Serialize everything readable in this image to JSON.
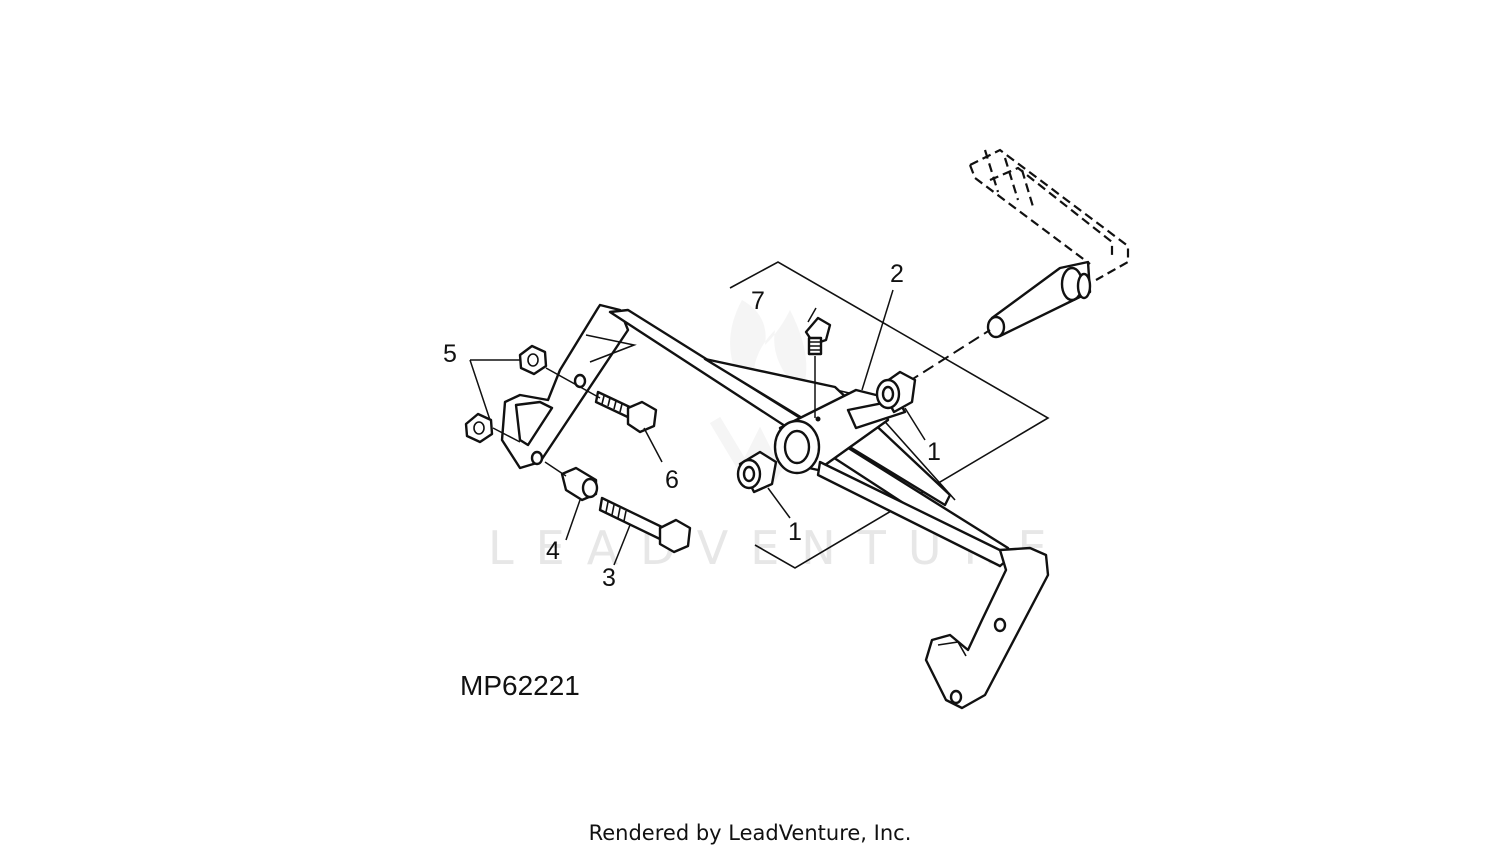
{
  "diagram": {
    "figure_id": "MP62221",
    "callouts": [
      {
        "id": "c7",
        "text": "7"
      },
      {
        "id": "c2",
        "text": "2"
      },
      {
        "id": "c5",
        "text": "5"
      },
      {
        "id": "c1a",
        "text": "1"
      },
      {
        "id": "c6",
        "text": "6"
      },
      {
        "id": "c1b",
        "text": "1"
      },
      {
        "id": "c4",
        "text": "4"
      },
      {
        "id": "c3",
        "text": "3"
      }
    ],
    "watermark": "LEADVENTURE",
    "footer": "Rendered by LeadVenture, Inc."
  }
}
